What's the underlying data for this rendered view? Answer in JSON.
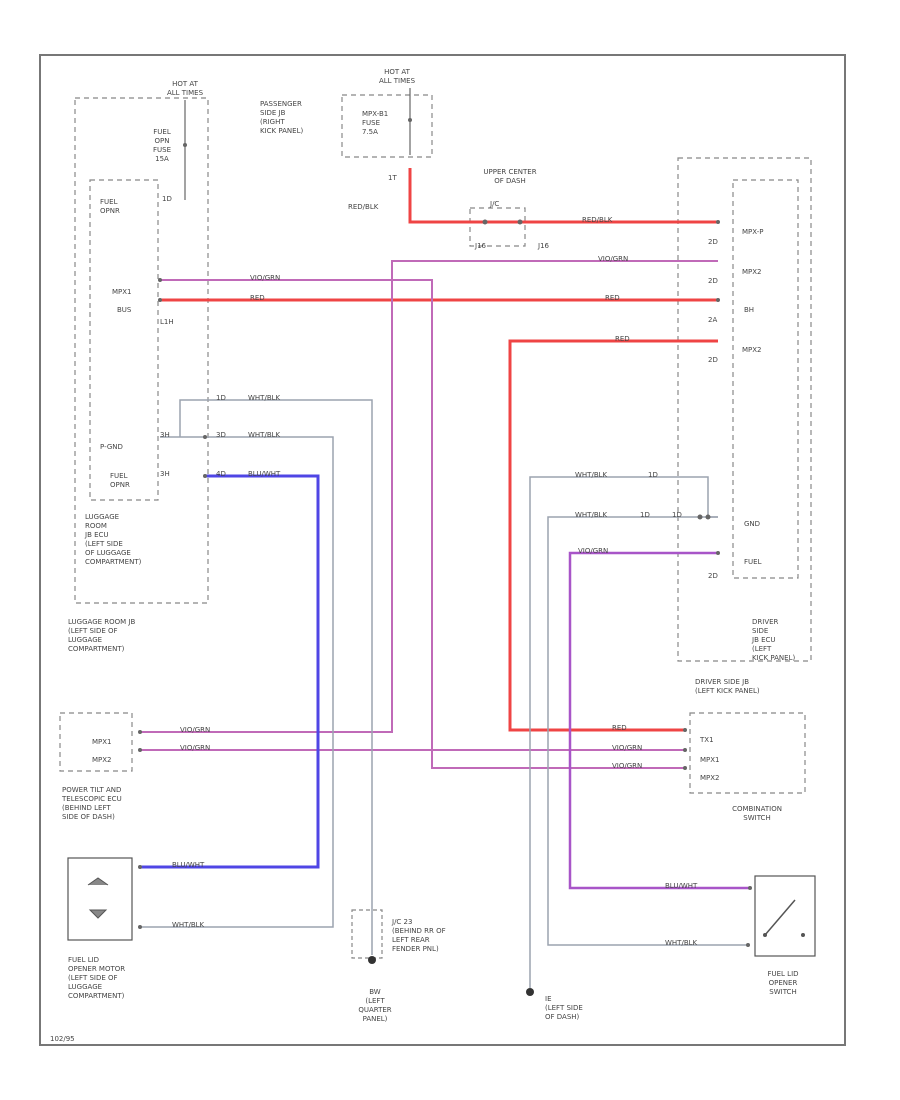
{
  "colors": {
    "red": "#ef4444",
    "blue": "#4f46e5",
    "violet": "#a855c8",
    "pink": "#c06ab8",
    "gray": "#9ca3af",
    "box": "#888888"
  },
  "luggage_jb": {
    "hot_at": "HOT AT\nALL TIMES",
    "fuse": "FUEL\nOPN\nFUSE\n15A",
    "fuse_pin": "1D",
    "fuel_opnr": "FUEL\nOPNR",
    "mpx1": "MPX1",
    "bus": "BUS",
    "lin": "L1H",
    "p_gnd": "P-GND",
    "fuel_opnr2": "FUEL\nOPNR",
    "pin_a": "3H",
    "pin_b": "3H",
    "ecu_label": "LUGGAGE\nROOM\nJB ECU\n(LEFT SIDE\nOF LUGGAGE\nCOMPARTMENT)",
    "jb_label": "LUGGAGE ROOM JB\n(LEFT SIDE OF\nLUGGAGE\nCOMPARTMENT)"
  },
  "passenger_jb": {
    "hot_at": "HOT AT\nALL TIMES",
    "label": "PASSENGER\nSIDE JB\n(RIGHT\nKICK PANEL)",
    "fuse": "MPX-B1\nFUSE\n7.5A",
    "pin": "1T",
    "wire": "RED/BLK"
  },
  "upper_center": {
    "label": "UPPER CENTER\nOF DASH",
    "conn": "J/C",
    "pin1": "J16",
    "pin2": "J16"
  },
  "driver_jb": {
    "mpx_p": "MPX-P",
    "mpx2a": "MPX2",
    "bh": "BH",
    "mpx2b": "MPX2",
    "gnd": "GND",
    "fuel": "FUEL",
    "p1": "2D",
    "p2": "2D",
    "p3": "2A",
    "p4": "2D",
    "p5": "2D",
    "gnd_pin": "1D",
    "ecu_label": "DRIVER\nSIDE\nJB ECU\n(LEFT\nKICK PANEL)",
    "jb_label": "DRIVER SIDE JB\n(LEFT KICK PANEL)"
  },
  "wires": {
    "vio_grn": "VIO/GRN",
    "red": "RED",
    "wht_blk": "WHT/BLK",
    "blu_wht": "BLU/WHT",
    "w_pin1": "1D",
    "w_pin2": "3D",
    "w_pin3": "4D",
    "w_pin4": "1D",
    "w_pin5": "1D"
  },
  "power_tilt": {
    "mpx1": "MPX1",
    "mpx2": "MPX2",
    "label": "POWER TILT AND\nTELESCOPIC ECU\n(BEHIND LEFT\nSIDE OF DASH)"
  },
  "combo_switch": {
    "txi": "TX1",
    "mpx1": "MPX1",
    "mpx2": "MPX2",
    "label": "COMBINATION\nSWITCH"
  },
  "fuel_lid_motor": {
    "label": "FUEL LID\nOPENER MOTOR\n(LEFT SIDE OF\nLUGGAGE\nCOMPARTMENT)"
  },
  "jc_rear": {
    "label": "J/C 23\n(BEHIND RR OF\nLEFT REAR\nFENDER PNL)"
  },
  "ground_bw": {
    "label": "BW\n(LEFT\nQUARTER\nPANEL)"
  },
  "ground_ie": {
    "label": "IE\n(LEFT SIDE\nOF DASH)"
  },
  "fuel_lid_switch": {
    "label": "FUEL LID\nOPENER\nSWITCH"
  },
  "figure_id": "102/95"
}
